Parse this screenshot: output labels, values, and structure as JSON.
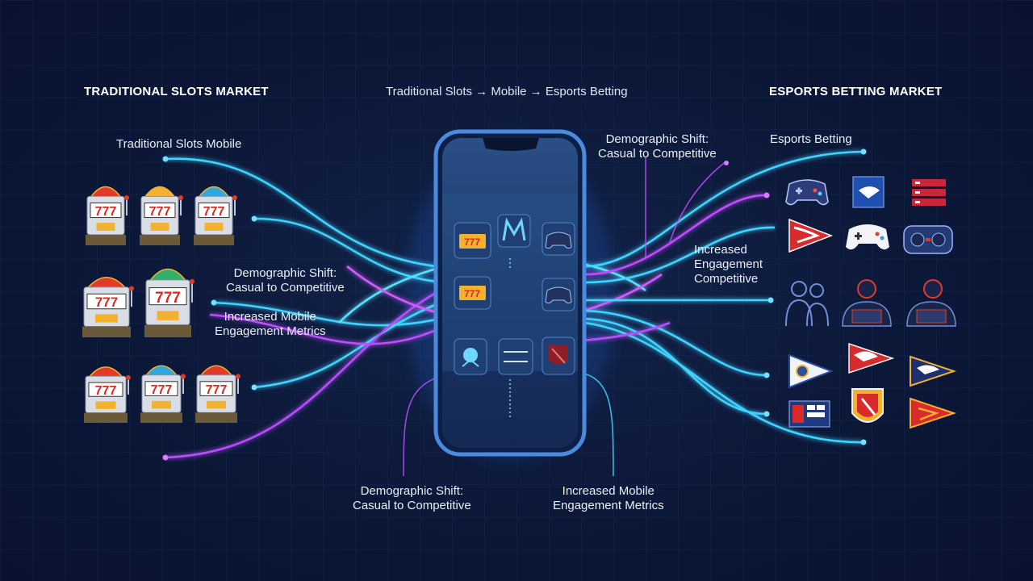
{
  "headers": {
    "left": "TRADITIONAL SLOTS MARKET",
    "center": "Traditional Slots → Mobile → Esports Betting",
    "right": "ESPORTS BETTING MARKET"
  },
  "labels": {
    "slots_mobile": "Traditional Slots Mobile",
    "shift_top_line1": "Demographic Shift:",
    "shift_top_line2": "Casual to Competitive",
    "esports_betting": "Esports Betting",
    "shift_left_line1": "Demographic Shift:",
    "shift_left_line2": "Casual to Competitive",
    "engagement_left_line1": "Increased Mobile",
    "engagement_left_line2": "Engagement Metrics",
    "engagement_right_line1": "Increased",
    "engagement_right_line2": "Engagement",
    "engagement_right_line3": "Competitive",
    "shift_bottom_line1": "Demographic Shift:",
    "shift_bottom_line2": "Casual to Competitive",
    "engagement_bottom_line1": "Increased Mobile",
    "engagement_bottom_line2": "Engagement Metrics"
  },
  "slot_reel_text": "777",
  "colors": {
    "background": "#0b1634",
    "cyan_flow": "#3fd3ff",
    "magenta_flow": "#c04bff",
    "phone_frame": "#3e78c8",
    "slot_red": "#e03a2b",
    "slot_gold": "#f2b230"
  },
  "icons": {
    "slot_machines": "slot-machine-icon",
    "phone_apps": [
      "slot-app-icon",
      "m-logo-app-icon",
      "controller-app-icon",
      "slot-app-icon",
      "controller-app-icon",
      "rocket-app-icon",
      "equals-app-icon",
      "shield-app-icon"
    ],
    "esports": [
      "gamepad-icon",
      "wing-banner-icon",
      "server-rack-icon",
      "pennant-icon",
      "white-gamepad-icon",
      "vr-headset-icon",
      "gamers-icon",
      "gamer-headset-icon",
      "gamer-headset-icon",
      "pennant-icon",
      "wing-pennant-icon",
      "wing-pennant-icon",
      "scoreboard-icon",
      "shield-crest-icon",
      "pennant-icon"
    ]
  }
}
